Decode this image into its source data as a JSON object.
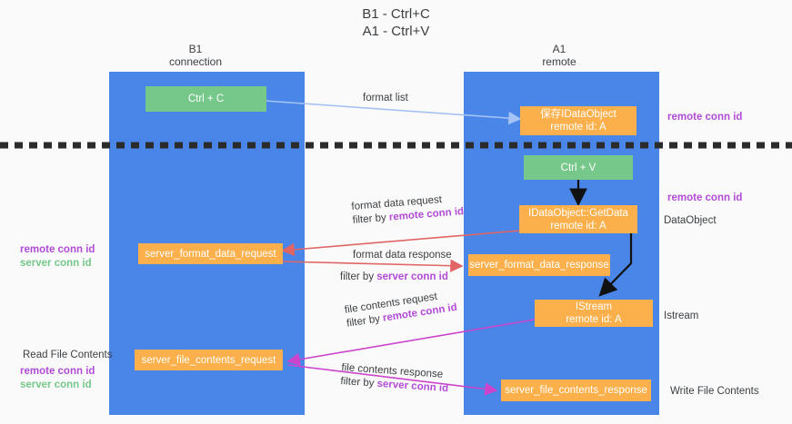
{
  "title": {
    "line1": "B1 - Ctrl+C",
    "line2": "A1 - Ctrl+V"
  },
  "colors": {
    "lane": "#4a86e8",
    "node_green": "#76c78a",
    "node_orange": "#fbb04b",
    "accent_purple": "#b24bd6",
    "accent_green": "#76c78a",
    "arrow_blue": "#a4c2f4",
    "arrow_red": "#e06666",
    "arrow_magenta": "#cc44cc",
    "arrow_black": "#000000",
    "divider": "#2b2b2b",
    "background": "#fafafa",
    "text": "#3c4043"
  },
  "columns": [
    {
      "id": "b1",
      "name": "B1",
      "role": "connection"
    },
    {
      "id": "a1",
      "name": "A1",
      "role": "remote"
    }
  ],
  "nodes": [
    {
      "id": "ctrl-c",
      "column": "b1",
      "color": "green",
      "line1": "Ctrl + C",
      "line2": ""
    },
    {
      "id": "save-idataobject",
      "column": "a1",
      "color": "orange",
      "line1": "保存IDataObject",
      "line2": "remote id: A"
    },
    {
      "id": "ctrl-v",
      "column": "a1",
      "color": "green",
      "line1": "Ctrl + V",
      "line2": ""
    },
    {
      "id": "idataobject-getdata",
      "column": "a1",
      "color": "orange",
      "line1": "IDataObject::GetData",
      "line2": "remote id: A"
    },
    {
      "id": "server-format-data-request",
      "column": "b1",
      "color": "orange",
      "line1": "server_format_data_request",
      "line2": ""
    },
    {
      "id": "server-format-data-response",
      "column": "a1",
      "color": "orange",
      "line1": "server_format_data_response",
      "line2": ""
    },
    {
      "id": "istream",
      "column": "a1",
      "color": "orange",
      "line1": "IStream",
      "line2": "remote id: A"
    },
    {
      "id": "server-file-contents-request",
      "column": "b1",
      "color": "orange",
      "line1": "server_file_contents_request",
      "line2": ""
    },
    {
      "id": "server-file-contents-response",
      "column": "a1",
      "color": "orange",
      "line1": "server_file_contents_response",
      "line2": ""
    }
  ],
  "edge_labels": {
    "format_list": "format list",
    "format_data_request": "format data request",
    "format_data_request_filter_prefix": "filter by ",
    "format_data_request_filter_key": "remote conn id",
    "format_data_response": "format data response",
    "format_data_response_filter_prefix": "filter by ",
    "format_data_response_filter_key": "server conn id",
    "file_contents_request": "file contents request",
    "file_contents_request_filter_prefix": "filter by ",
    "file_contents_request_filter_key": "remote conn id",
    "file_contents_response": "file contents response",
    "file_contents_response_filter_prefix": "filter by ",
    "file_contents_response_filter_key": "server conn id"
  },
  "right_labels": [
    {
      "id": "remote-conn-id-top",
      "text": "remote conn id",
      "style": "purple"
    },
    {
      "id": "remote-conn-id-mid",
      "text": "remote conn id",
      "style": "purple"
    },
    {
      "id": "dataobject",
      "text": "DataObject",
      "style": "plain"
    },
    {
      "id": "istream-label",
      "text": "Istream",
      "style": "plain"
    },
    {
      "id": "write-file-contents",
      "text": "Write File Contents",
      "style": "plain"
    }
  ],
  "left_labels": {
    "legend_mid": {
      "remote": "remote conn id",
      "server": "server conn id"
    },
    "read_file_contents": "Read File Contents",
    "legend_bottom": {
      "remote": "remote conn id",
      "server": "server conn id"
    }
  }
}
